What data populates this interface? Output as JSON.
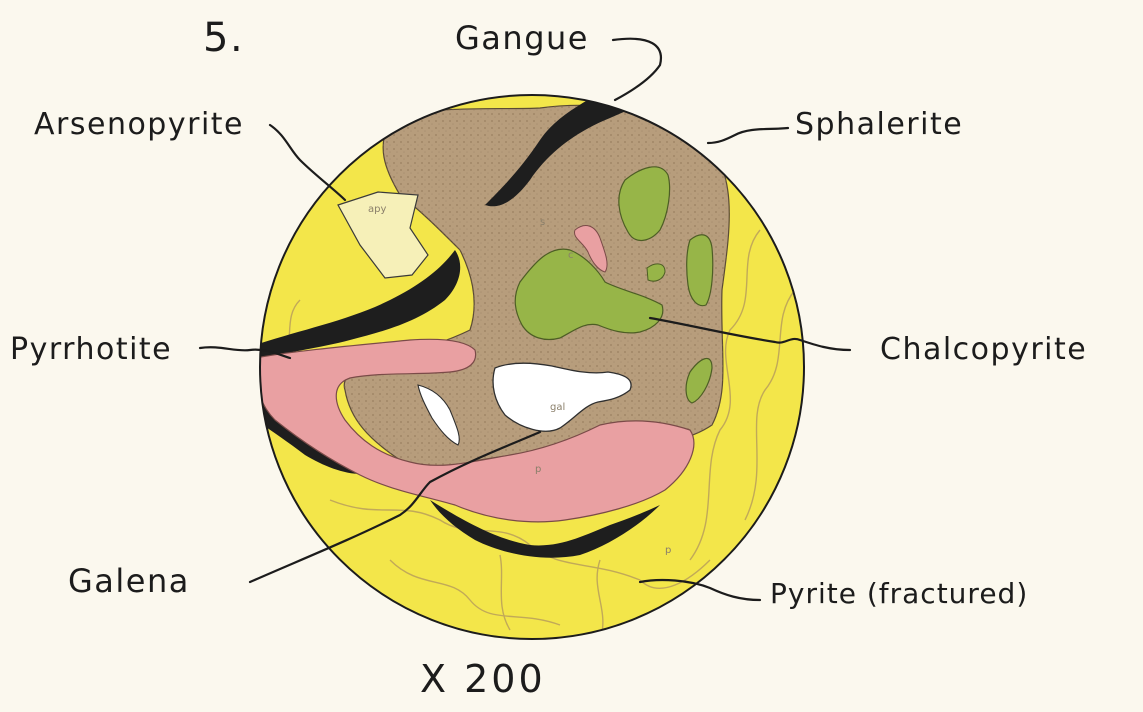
{
  "figure_number": "5.",
  "magnification": "X 200",
  "labels": {
    "gangue": "Gangue",
    "sphalerite": "Sphalerite",
    "arsenopyrite": "Arsenopyrite",
    "pyrrhotite": "Pyrrhotite",
    "chalcopyrite": "Chalcopyrite",
    "galena": "Galena",
    "pyrite": "Pyrite (fractured)"
  },
  "inline_marks": {
    "apy": "apy",
    "s": "s",
    "c": "c",
    "gal": "gal",
    "p1": "p",
    "p2": "p"
  },
  "colors": {
    "pyrite": "#f3e64a",
    "sphalerite": "#b79d7c",
    "gangue": "#1e1e1e",
    "pyrrhotite": "#e9a0a2",
    "chalcopyrite": "#97b548",
    "galena": "#ffffff",
    "arsenopyrite": "#f6f0b8",
    "background": "#fbf8ee"
  }
}
